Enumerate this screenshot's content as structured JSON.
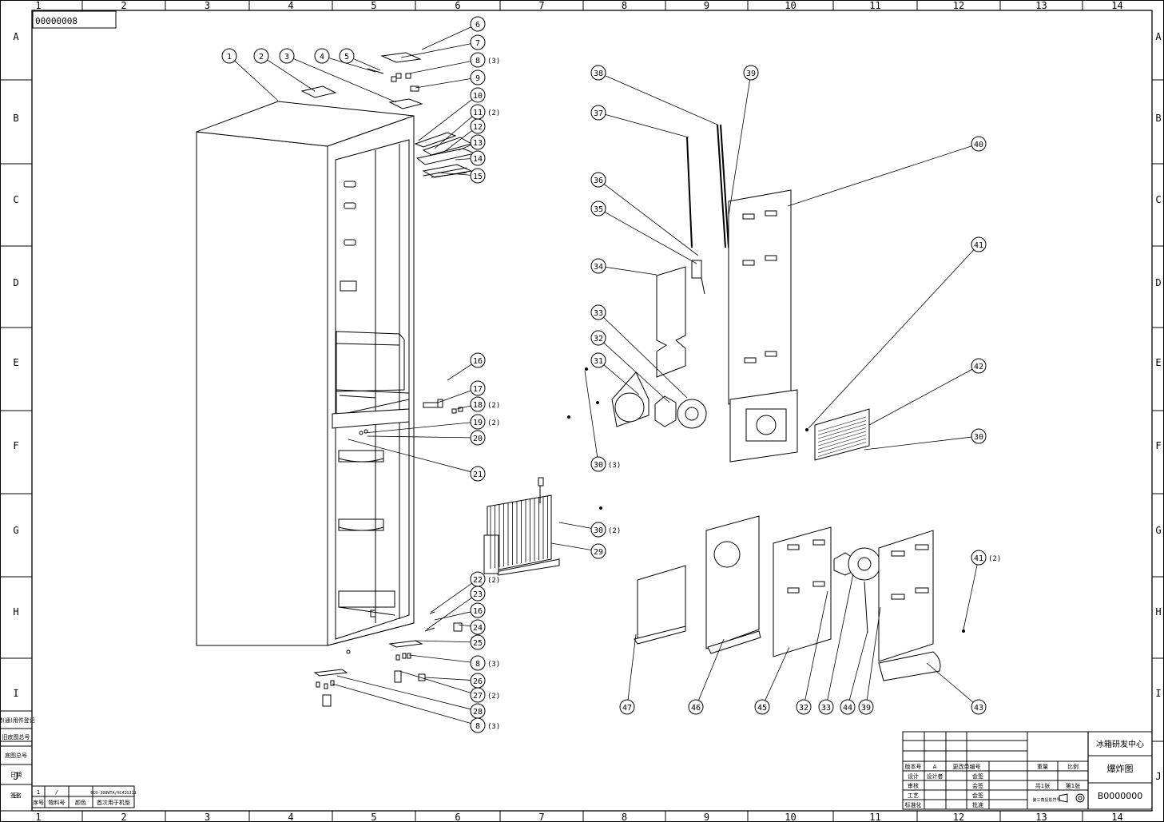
{
  "drawing": {
    "id_box": "00000008",
    "col_labels": [
      "1",
      "2",
      "3",
      "4",
      "5",
      "6",
      "7",
      "8",
      "9",
      "10",
      "11",
      "12",
      "13",
      "14"
    ],
    "row_labels": [
      "A",
      "B",
      "C",
      "D",
      "E",
      "F",
      "G",
      "H",
      "I",
      "J"
    ]
  },
  "callouts": [
    {
      "n": "1"
    },
    {
      "n": "2"
    },
    {
      "n": "3"
    },
    {
      "n": "4"
    },
    {
      "n": "5"
    },
    {
      "n": "6"
    },
    {
      "n": "7"
    },
    {
      "n": "8",
      "qty": "(3)"
    },
    {
      "n": "9"
    },
    {
      "n": "10"
    },
    {
      "n": "11",
      "qty": "(2)"
    },
    {
      "n": "12"
    },
    {
      "n": "13"
    },
    {
      "n": "14"
    },
    {
      "n": "15"
    },
    {
      "n": "16"
    },
    {
      "n": "17"
    },
    {
      "n": "18",
      "qty": "(2)"
    },
    {
      "n": "19",
      "qty": "(2)"
    },
    {
      "n": "20"
    },
    {
      "n": "21"
    },
    {
      "n": "22",
      "qty": "(2)"
    },
    {
      "n": "23"
    },
    {
      "n": "16"
    },
    {
      "n": "24"
    },
    {
      "n": "25"
    },
    {
      "n": "8",
      "qty": "(3)"
    },
    {
      "n": "26"
    },
    {
      "n": "27",
      "qty": "(2)"
    },
    {
      "n": "28"
    },
    {
      "n": "8",
      "qty": "(3)"
    },
    {
      "n": "29"
    },
    {
      "n": "30",
      "qty": "(2)"
    },
    {
      "n": "30",
      "qty": "(3)"
    },
    {
      "n": "31"
    },
    {
      "n": "32"
    },
    {
      "n": "33"
    },
    {
      "n": "34"
    },
    {
      "n": "35"
    },
    {
      "n": "36"
    },
    {
      "n": "37"
    },
    {
      "n": "38"
    },
    {
      "n": "39"
    },
    {
      "n": "40"
    },
    {
      "n": "41"
    },
    {
      "n": "42"
    },
    {
      "n": "30"
    },
    {
      "n": "41",
      "qty": "(2)"
    },
    {
      "n": "47"
    },
    {
      "n": "46"
    },
    {
      "n": "45"
    },
    {
      "n": "32"
    },
    {
      "n": "33"
    },
    {
      "n": "44"
    },
    {
      "n": "39"
    },
    {
      "n": "43"
    }
  ],
  "side_stamp": [
    "借(通)用件登记",
    "旧底图总号",
    "底图总号",
    "日期",
    "签名"
  ],
  "bom_strip": {
    "row1": [
      "1",
      "/",
      "",
      "BCD-308WTA/HC41GJ11"
    ],
    "row2": [
      "序号",
      "物料号",
      "颜色",
      "首次用于机型"
    ],
    "left_label": "日"
  },
  "title_block": {
    "org": "冰箱研发中心",
    "title": "爆炸图",
    "drawing_no": "B0000000",
    "version_label": "版本号",
    "version_value": "A",
    "change_label": "更改单编号",
    "designer_label": "设计",
    "designer_value": "设计者",
    "checker_label": "审核",
    "process_label": "工艺",
    "standard_label": "标准化",
    "sign_label": "会签",
    "approve_label": "批准",
    "weight_label": "重量",
    "scale_label": "比例",
    "sheets_total": "共1张",
    "sheet_no": "第1张",
    "projection_label": "第三角投影符号"
  }
}
